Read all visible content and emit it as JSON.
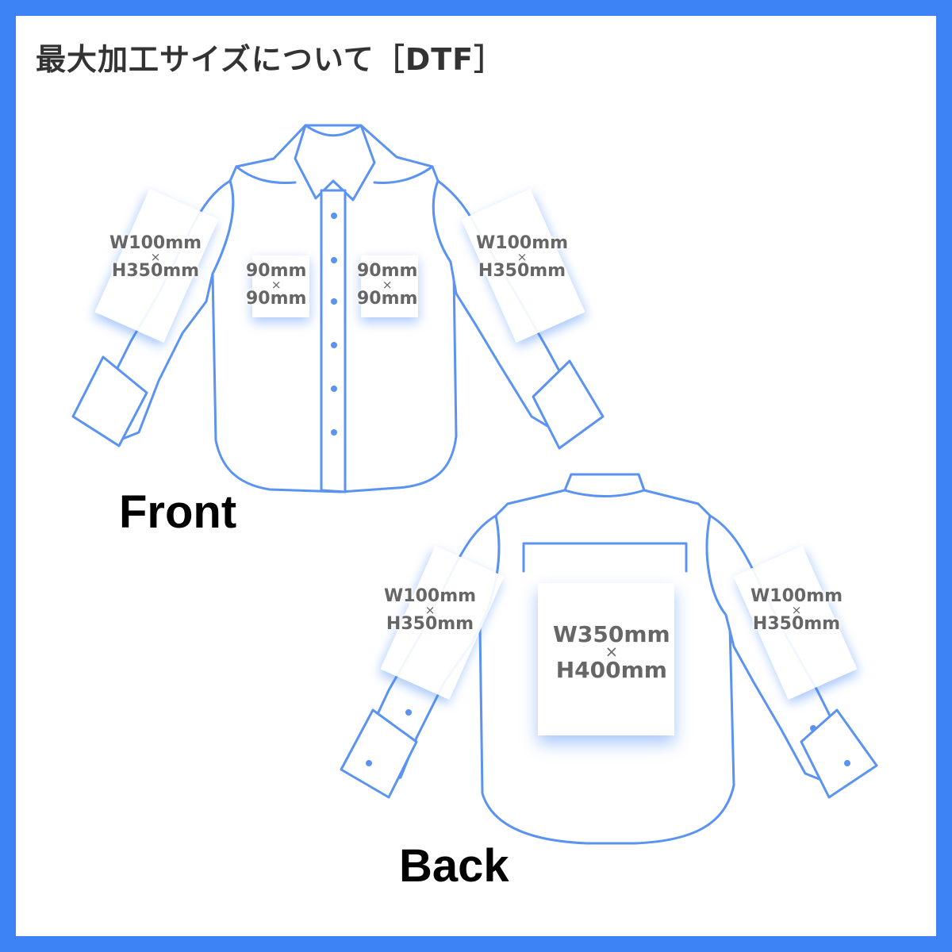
{
  "title": "最大加工サイズについて［DTF］",
  "colors": {
    "frame": "#3d83f5",
    "outline": "#5a93f2",
    "text": "#666666"
  },
  "front": {
    "label": "Front",
    "left_sleeve": {
      "w": "W100mm",
      "x": "×",
      "h": "H350mm"
    },
    "right_sleeve": {
      "w": "W100mm",
      "x": "×",
      "h": "H350mm"
    },
    "left_pocket": {
      "w": "90mm",
      "x": "×",
      "h": "90mm"
    },
    "right_pocket": {
      "w": "90mm",
      "x": "×",
      "h": "90mm"
    }
  },
  "back": {
    "label": "Back",
    "left_sleeve": {
      "w": "W100mm",
      "x": "×",
      "h": "H350mm"
    },
    "right_sleeve": {
      "w": "W100mm",
      "x": "×",
      "h": "H350mm"
    },
    "body": {
      "w": "W350mm",
      "x": "×",
      "h": "H400mm"
    }
  }
}
